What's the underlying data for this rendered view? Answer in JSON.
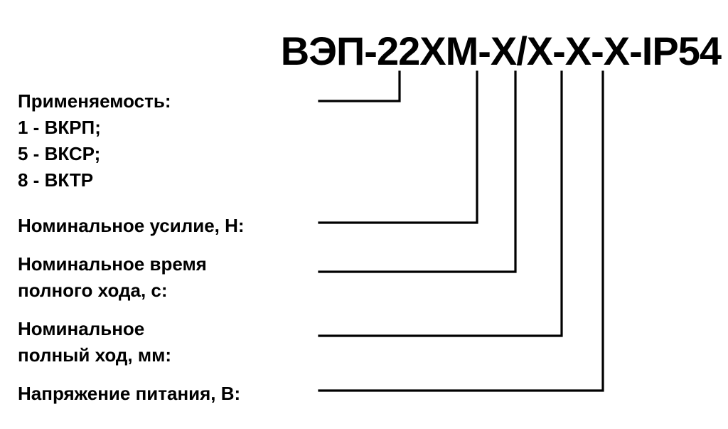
{
  "diagram": {
    "designation": {
      "text": "ВЭП-22ХМ-Х/Х-Х-Х-IP54"
    },
    "line_color": "#000000",
    "background_color": "#ffffff",
    "text_color": "#000000",
    "callouts": [
      {
        "id": "applicability",
        "lines": [
          "Применяемость:",
          "1 - ВКРП;",
          "5 - ВКСР;",
          "8 - ВКТР"
        ]
      },
      {
        "id": "nominal-force",
        "lines": [
          "Номинальное усилие, Н:"
        ]
      },
      {
        "id": "nominal-full-travel-time",
        "lines": [
          "Номинальное время",
          "полного хода, с:"
        ]
      },
      {
        "id": "nominal-full-travel",
        "lines": [
          "Номинальное",
          "полный ход, мм:"
        ]
      },
      {
        "id": "supply-voltage",
        "lines": [
          "Напряжение питания, В:"
        ]
      }
    ]
  }
}
